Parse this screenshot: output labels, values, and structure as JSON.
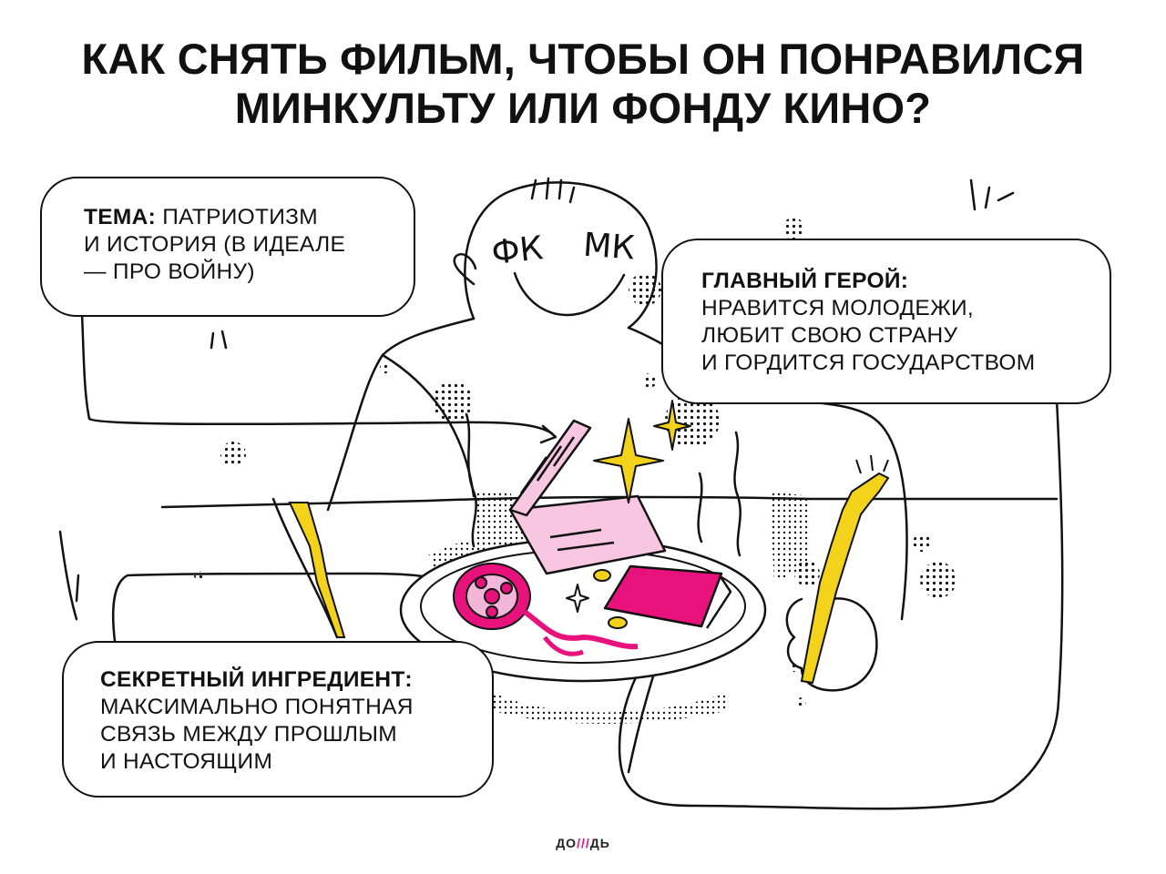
{
  "title": {
    "line1": "КАК СНЯТЬ ФИЛЬМ, ЧТОБЫ ОН ПОНРАВИЛСЯ",
    "line2": "МИНКУЛЬТУ ИЛИ ФОНДУ КИНО?"
  },
  "bubbles": {
    "theme": {
      "label": "ТЕМА:",
      "line1": "ПАТРИОТИЗМ",
      "line2": "И ИСТОРИЯ (В ИДЕАЛЕ",
      "line3": "— ПРО ВОЙНУ)"
    },
    "hero": {
      "label": "ГЛАВНЫЙ ГЕРОЙ:",
      "line1": "НРАВИТСЯ МОЛОДЕЖИ,",
      "line2": "ЛЮБИТ СВОЮ СТРАНУ",
      "line3": "И ГОРДИТСЯ ГОСУДАРСТВОМ"
    },
    "secret": {
      "label": "СЕКРЕТНЫЙ ИНГРЕДИЕНТ:",
      "line1": "МАКСИМАЛЬНО ПОНЯТНАЯ",
      "line2": "СВЯЗЬ МЕЖДУ ПРОШЛЫМ",
      "line3": "И НАСТОЯЩИМ"
    }
  },
  "drawing": {
    "face_left_letters": "ФК",
    "face_right_letters": "МК"
  },
  "logo": {
    "left": "ДО",
    "mark": "///",
    "right": "ДЬ"
  },
  "colors": {
    "pink": "#e8127c",
    "light_pink": "#f4b6d8",
    "clapper_pink": "#f7c6e1",
    "yellow": "#f2d21a",
    "ink": "#111111"
  }
}
